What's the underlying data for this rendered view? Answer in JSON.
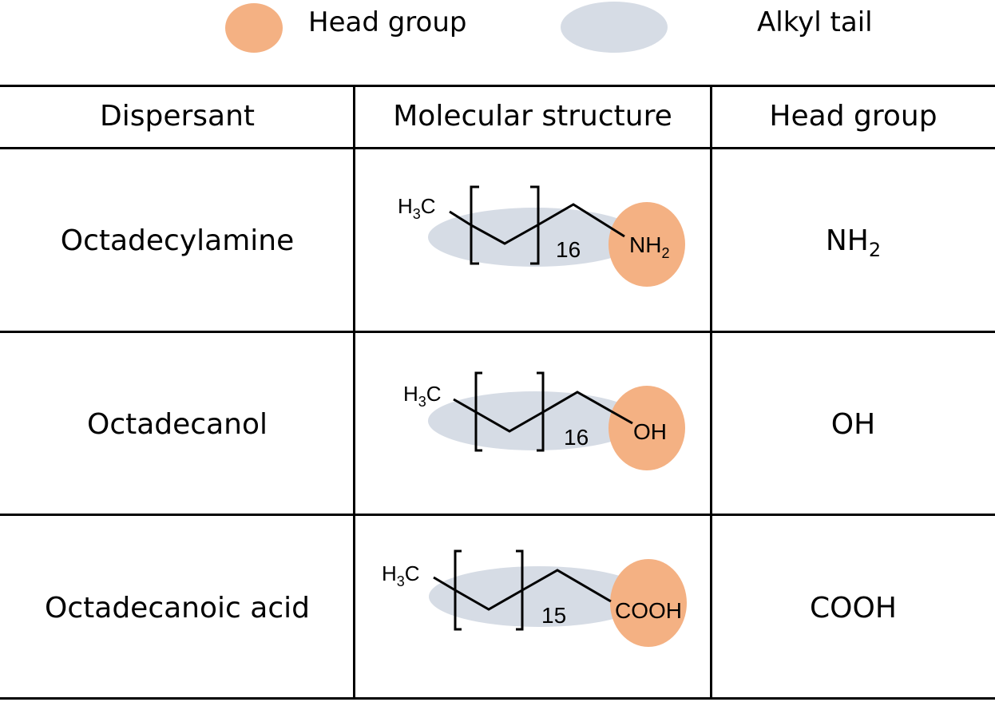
{
  "legend": {
    "head_group": {
      "label": "Head group",
      "color": "#f4b183"
    },
    "alkyl_tail": {
      "label": "Alkyl tail",
      "color": "#d6dce5"
    }
  },
  "table": {
    "headers": [
      "Dispersant",
      "Molecular structure",
      "Head group"
    ],
    "rows": [
      {
        "dispersant": "Octadecylamine",
        "structure": {
          "terminal": "H3C",
          "repeat": "16",
          "head": "NH2"
        },
        "head_group": {
          "main": "NH",
          "sub": "2"
        }
      },
      {
        "dispersant": "Octadecanol",
        "structure": {
          "terminal": "H3C",
          "repeat": "16",
          "head": "OH"
        },
        "head_group": {
          "main": "OH",
          "sub": ""
        }
      },
      {
        "dispersant": "Octadecanoic acid",
        "structure": {
          "terminal": "H3C",
          "repeat": "15",
          "head": "COOH"
        },
        "head_group": {
          "main": "COOH",
          "sub": ""
        }
      }
    ]
  }
}
